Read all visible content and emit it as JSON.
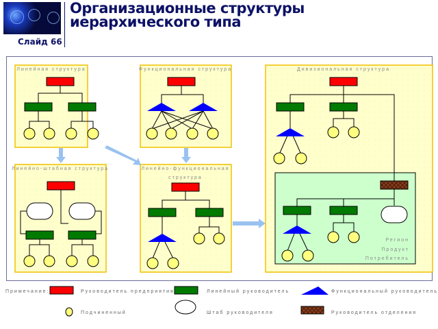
{
  "header": {
    "title_line1": "Организационные структуры",
    "title_line2": "иерархического типа",
    "slide_label": "Слайд 66",
    "logo_icon": "world-map-lights-icon"
  },
  "diagram": {
    "panels": [
      {
        "id": "linear",
        "title": "Линейная структура"
      },
      {
        "id": "functional",
        "title": "Функциональная структура"
      },
      {
        "id": "divisional",
        "title": "Дивизиональная структура"
      },
      {
        "id": "line-staff",
        "title": "Линейно-штабная структура"
      },
      {
        "id": "line-functional",
        "title_line1": "Линейно-функциональная",
        "title_line2": "структура"
      }
    ],
    "divisional_division_labels": [
      "Регион",
      "Продукт",
      "Потребитель"
    ]
  },
  "legend": {
    "note_label": "Примечание:",
    "items": [
      {
        "shape": "red-rectangle",
        "color": "#ff0000",
        "label": "Руководитель предприятия"
      },
      {
        "shape": "green-rectangle",
        "color": "#007a00",
        "label": "Линейный руководитель"
      },
      {
        "shape": "blue-triangle",
        "color": "#0000ff",
        "label": "Функциональный руководитель"
      },
      {
        "shape": "yellow-circle",
        "color": "#ffff80",
        "label": "Подчиненный"
      },
      {
        "shape": "white-oval",
        "color": "#ffffff",
        "label": "Штаб руководителя"
      },
      {
        "shape": "brown-hatched-rectangle",
        "color": "#8b3a1a",
        "label": "Руководитель отделения"
      }
    ]
  },
  "colors": {
    "title": "#0d1266",
    "panel_fill": "#ffffcc",
    "panel_border": "#f0c000",
    "division_fill": "#ccffcc",
    "arrow": "#99c2f0"
  }
}
